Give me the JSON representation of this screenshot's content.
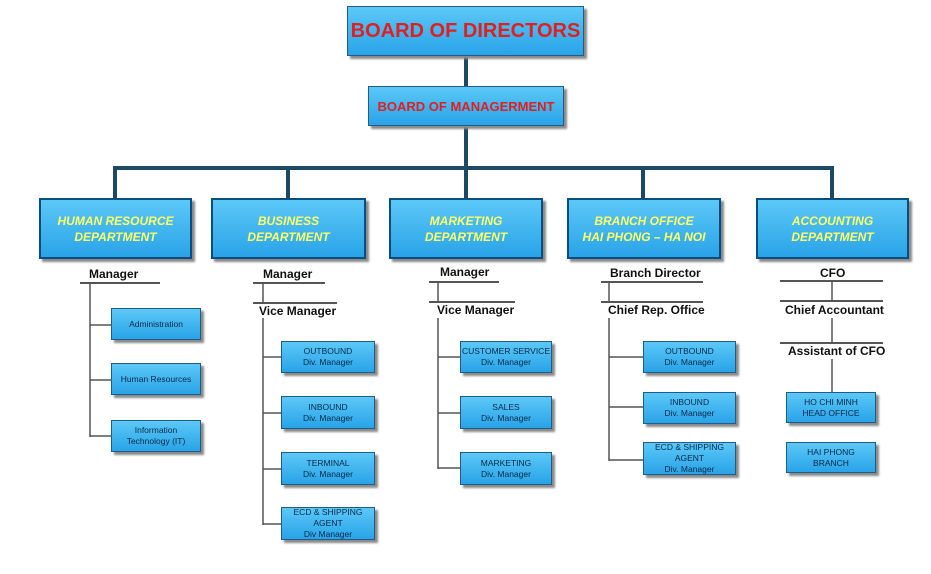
{
  "board_of_directors": "BOARD OF DIRECTORS",
  "board_of_management": "BOARD OF MANAGERMENT",
  "departments": [
    {
      "title": "HUMAN RESOURCE\nDEPARTMENT",
      "roles": [
        "Manager"
      ],
      "units": [
        "Administration",
        "Human Resources",
        "Information\nTechnology (IT)"
      ]
    },
    {
      "title": "BUSINESS\nDEPARTMENT",
      "roles": [
        "Manager",
        "Vice Manager"
      ],
      "units": [
        "OUTBOUND\nDiv. Manager",
        "INBOUND\nDiv. Manager",
        "TERMINAL\nDiv. Manager",
        "ECD & SHIPPING\nAGENT\nDiv  Manager"
      ]
    },
    {
      "title": "MARKETING\nDEPARTMENT",
      "roles": [
        "Manager",
        "Vice Manager"
      ],
      "units": [
        "CUSTOMER SERVICE\nDiv. Manager",
        "SALES\nDiv. Manager",
        "MARKETING\nDiv. Manager"
      ]
    },
    {
      "title": "BRANCH OFFICE\nHAI PHONG – HA NOI",
      "roles": [
        "Branch Director",
        "Chief Rep. Office"
      ],
      "units": [
        "OUTBOUND\nDiv. Manager",
        "INBOUND\nDiv. Manager",
        "ECD & SHIPPING\nAGENT\nDiv. Manager"
      ]
    },
    {
      "title": "ACCOUNTING\nDEPARTMENT",
      "roles": [
        "CFO",
        "Chief Accountant",
        "Assistant of CFO"
      ],
      "units": [
        "HO CHI MINH\nHEAD OFFICE",
        "HAI PHONG\nBRANCH"
      ]
    }
  ],
  "colors": {
    "box_fill_top": "#5cc8f7",
    "box_fill_bottom": "#29a3e8",
    "title_red": "#e02020",
    "dept_text_yellow": "#ffff66",
    "connector": "#1b4a66"
  }
}
